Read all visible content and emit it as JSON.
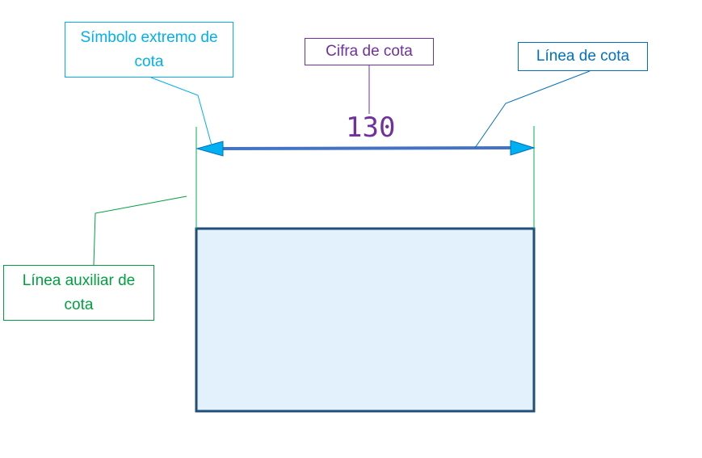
{
  "labels": {
    "symbol": "Símbolo extremo de cota",
    "figure": "Cifra de cota",
    "line": "Línea de cota",
    "aux": "Línea auxiliar de cota"
  },
  "dimension_value": "130",
  "colors": {
    "symbol": "#00b0f0",
    "figure": "#7030a0",
    "line": "#0070c0",
    "aux": "#00a040",
    "shape_border": "#1f4e79",
    "shape_fill": "#e3f1fd",
    "dim_line": "#4472c4"
  }
}
